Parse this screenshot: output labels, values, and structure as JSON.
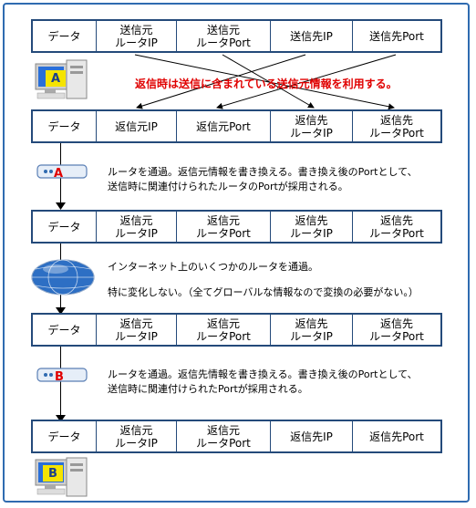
{
  "packets": [
    {
      "cells": [
        "データ",
        "送信元\nルータIP",
        "送信元\nルータPort",
        "送信先IP",
        "送信先Port"
      ]
    },
    {
      "cells": [
        "データ",
        "返信元IP",
        "返信元Port",
        "返信先\nルータIP",
        "返信先\nルータPort"
      ]
    },
    {
      "cells": [
        "データ",
        "返信元\nルータIP",
        "返信元\nルータPort",
        "返信先\nルータIP",
        "返信先\nルータPort"
      ]
    },
    {
      "cells": [
        "データ",
        "返信元\nルータIP",
        "返信元\nルータPort",
        "返信先\nルータIP",
        "返信先\nルータPort"
      ]
    },
    {
      "cells": [
        "データ",
        "返信元\nルータIP",
        "返信元\nルータPort",
        "返信先IP",
        "返信先Port"
      ]
    }
  ],
  "pc_a_label": "A",
  "pc_b_label": "B",
  "router_a_label": "A",
  "router_b_label": "B",
  "swap_note": "返信時は送信に含まれている送信元情報を利用する。",
  "router_a_note": "ルータを通過。返信元情報を書き換える。書き換え後のPortとして、\n送信時に関連付けられたルータのPortが採用される。",
  "internet_note_1": "インターネット上のいくつかのルータを通過。",
  "internet_note_2": "特に変化しない。（全てグローバルな情報なので変換の必要がない。）",
  "router_b_note": "ルータを通過。返信先情報を書き換える。書き換え後のPortとして、\n送信時に関連付けられたPortが採用される。",
  "colors": {
    "frame": "#2f6bb0",
    "accent_red": "#e00000",
    "label_yellow": "#f5e400"
  }
}
